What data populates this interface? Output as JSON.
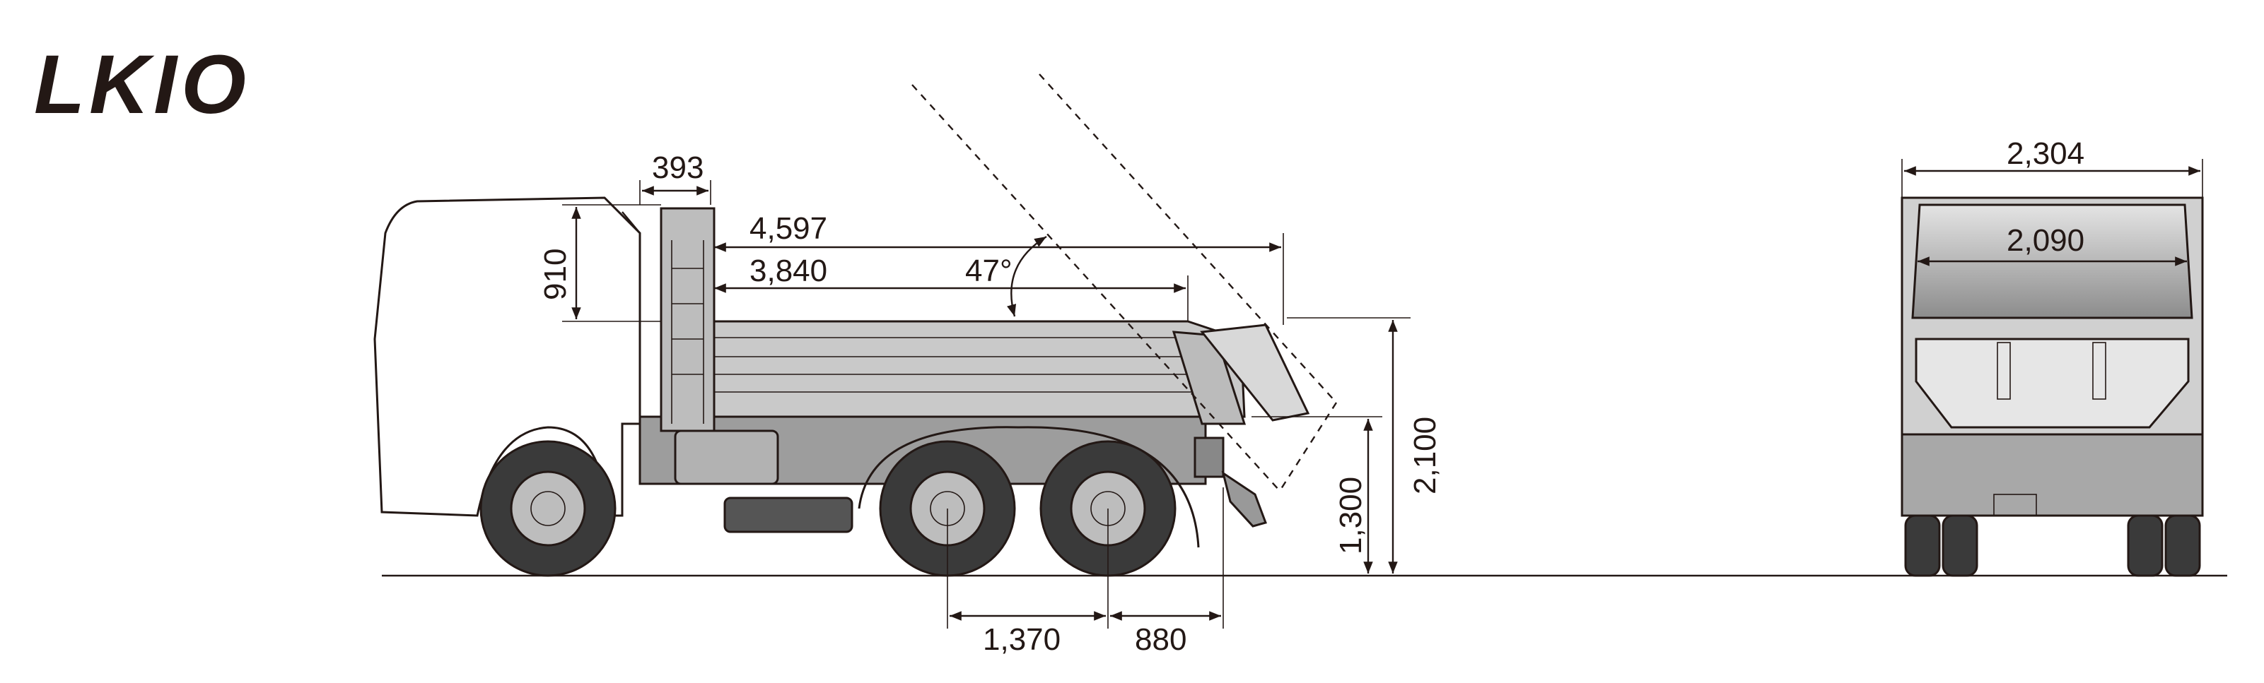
{
  "logo": {
    "text": "LKIO"
  },
  "dimensions": {
    "ladder_offset": "393",
    "cab_gap_height": "910",
    "overall_body_length": "4,597",
    "inner_body_length": "3,840",
    "dump_angle": "47°",
    "overall_height": "2,100",
    "floor_height": "1,300",
    "rear_axle_spacing": "1,370",
    "rear_overhang": "880",
    "rear_overall_width": "2,304",
    "rear_inner_width": "2,090"
  },
  "colors": {
    "ink": "#231815",
    "body_fill": "#c9c9c9",
    "chassis_fill": "#9d9d9d",
    "tire_fill": "#3a3a3a",
    "hub_fill": "#bdbdbd"
  }
}
